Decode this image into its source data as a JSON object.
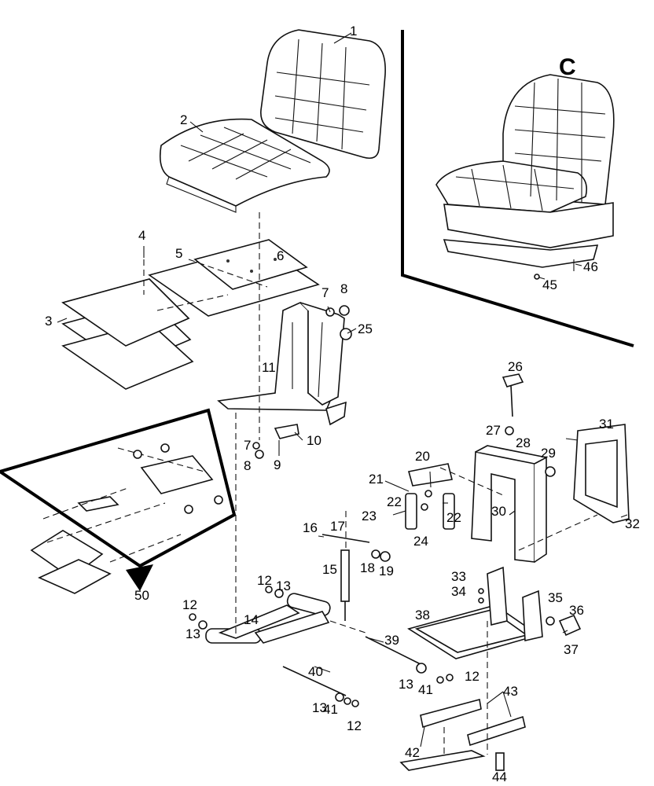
{
  "callouts": [
    "1",
    "2",
    "3",
    "4",
    "5",
    "6",
    "7",
    "8",
    "25",
    "11",
    "7",
    "8",
    "9",
    "10",
    "26",
    "27",
    "28",
    "29",
    "31",
    "20",
    "21",
    "22",
    "23",
    "22",
    "24",
    "30",
    "32",
    "16",
    "17",
    "15",
    "18",
    "19",
    "12",
    "13",
    "14",
    "12",
    "13",
    "39",
    "33",
    "34",
    "38",
    "35",
    "36",
    "37",
    "40",
    "13",
    "41",
    "12",
    "43",
    "13",
    "41",
    "12",
    "42",
    "44",
    "45",
    "46",
    "50"
  ],
  "inset_letter": "C"
}
